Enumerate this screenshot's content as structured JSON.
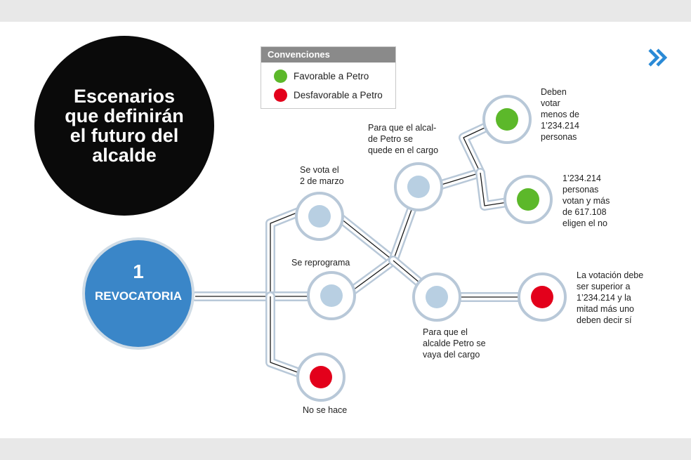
{
  "title": "Escenarios\nque definirán\nel futuro del\nalcalde",
  "legend": {
    "header": "Convenciones",
    "items": [
      {
        "label": "Favorable a Petro",
        "color": "#5cb82a"
      },
      {
        "label": "Desfavorable a Petro",
        "color": "#e3001b"
      }
    ]
  },
  "main_node": {
    "number": "1",
    "label": "REVOCATORIA",
    "color": "#3a86c8"
  },
  "nodes": {
    "vote_march": "Se vota el\n2 de marzo",
    "rescheduled": "Se reprograma",
    "not_done": "No se hace",
    "petro_stays": "Para que el alcal-\nde Petro se\nquede en el cargo",
    "less_votes": "Deben\nvotar\nmenos de\n1’234.214\npersonas",
    "more_votes": "1’234.214\npersonas\nvotan y más\nde 617.108\neligen el no",
    "petro_leaves": "Para que el\nalcalde Petro se\nvaya del cargo",
    "superior_vote": "La votación debe\nser superior a\n1’234.214 y la\nmitad más uno\ndeben decir sí"
  },
  "colors": {
    "neutral_node": "#b8cfe2",
    "favorable": "#5cb82a",
    "unfavorable": "#e3001b",
    "track": "#b8c8d8",
    "icon_accent": "#2a8ad6"
  }
}
